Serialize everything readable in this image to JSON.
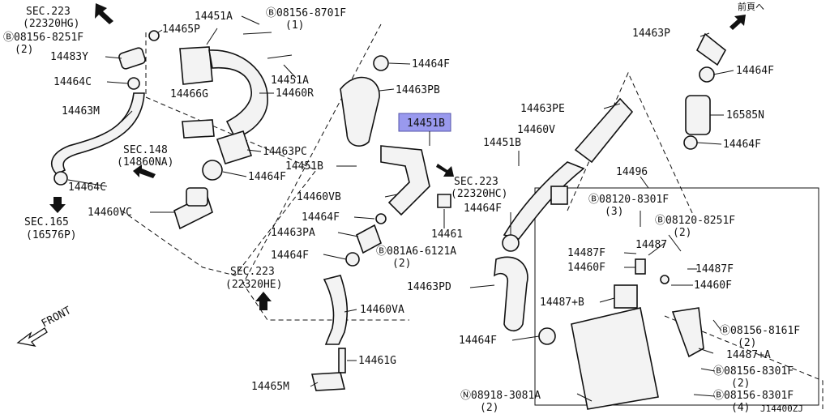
{
  "diagram": {
    "ref_code": "J14400ZJ",
    "direction_label": "FRONT",
    "next_page_label": "前頁へ",
    "highlight_color": "#9999ee",
    "labels": [
      {
        "id": "sec223-hg-a",
        "text": "SEC.223"
      },
      {
        "id": "sec223-hg-b",
        "text": "(22320HG)"
      },
      {
        "id": "b-08156-8251f",
        "text": "Ⓑ08156-8251F"
      },
      {
        "id": "b-08156-8251f-q",
        "text": "(2)"
      },
      {
        "id": "p14483y",
        "text": "14483Y"
      },
      {
        "id": "p14464c-1",
        "text": "14464C"
      },
      {
        "id": "p14463m",
        "text": "14463M"
      },
      {
        "id": "sec148-a",
        "text": "SEC.148"
      },
      {
        "id": "sec148-b",
        "text": "(14860NA)"
      },
      {
        "id": "p14464c-2",
        "text": "14464C"
      },
      {
        "id": "sec165-a",
        "text": "SEC.165"
      },
      {
        "id": "sec165-b",
        "text": "(16576P)"
      },
      {
        "id": "p14460vc",
        "text": "14460VC"
      },
      {
        "id": "p14451a-1",
        "text": "14451A"
      },
      {
        "id": "b-08156-8701f",
        "text": "Ⓑ08156-8701F"
      },
      {
        "id": "b-08156-8701f-q",
        "text": "(1)"
      },
      {
        "id": "p14465p",
        "text": "14465P"
      },
      {
        "id": "p14451a-2",
        "text": "14451A"
      },
      {
        "id": "p14466g",
        "text": "14466G"
      },
      {
        "id": "p14460r",
        "text": "14460R"
      },
      {
        "id": "p14463pc",
        "text": "14463PC"
      },
      {
        "id": "p14464f-a",
        "text": "14464F"
      },
      {
        "id": "p14464f-b",
        "text": "14464F"
      },
      {
        "id": "p14463pb",
        "text": "14463PB"
      },
      {
        "id": "p14451b-hl",
        "text": "14451B"
      },
      {
        "id": "p14451b-1",
        "text": "14451B"
      },
      {
        "id": "sec223-hc-a",
        "text": "SEC.223"
      },
      {
        "id": "sec223-hc-b",
        "text": "(22320HC)"
      },
      {
        "id": "p14460vb",
        "text": "14460VB"
      },
      {
        "id": "p14464f-c",
        "text": "14464F"
      },
      {
        "id": "p14461",
        "text": "14461"
      },
      {
        "id": "p14463pa",
        "text": "14463PA"
      },
      {
        "id": "b-081a6-6121a",
        "text": "Ⓑ081A6-6121A"
      },
      {
        "id": "b-081a6-6121a-q",
        "text": "(2)"
      },
      {
        "id": "p14464f-d",
        "text": "14464F"
      },
      {
        "id": "sec223-he-a",
        "text": "SEC.223"
      },
      {
        "id": "sec223-he-b",
        "text": "(22320HE)"
      },
      {
        "id": "p14460va",
        "text": "14460VA"
      },
      {
        "id": "p14461g",
        "text": "14461G"
      },
      {
        "id": "p14465m",
        "text": "14465M"
      },
      {
        "id": "p14463p",
        "text": "14463P"
      },
      {
        "id": "p14464f-e",
        "text": "14464F"
      },
      {
        "id": "p16585n",
        "text": "16585N"
      },
      {
        "id": "p14464f-f",
        "text": "14464F"
      },
      {
        "id": "p14463pe",
        "text": "14463PE"
      },
      {
        "id": "p14460v",
        "text": "14460V"
      },
      {
        "id": "p14451b-2",
        "text": "14451B"
      },
      {
        "id": "p14496",
        "text": "14496"
      },
      {
        "id": "b-08120-8301f",
        "text": "Ⓑ08120-8301F"
      },
      {
        "id": "b-08120-8301f-q",
        "text": "(3)"
      },
      {
        "id": "b-08120-8251f",
        "text": "Ⓑ08120-8251F"
      },
      {
        "id": "b-08120-8251f-q",
        "text": "(2)"
      },
      {
        "id": "p14464f-g",
        "text": "14464F"
      },
      {
        "id": "p14487f-1",
        "text": "14487F"
      },
      {
        "id": "p14487",
        "text": "14487"
      },
      {
        "id": "p14460f-1",
        "text": "14460F"
      },
      {
        "id": "p14487f-2",
        "text": "14487F"
      },
      {
        "id": "p14460f-2",
        "text": "14460F"
      },
      {
        "id": "p14463pd",
        "text": "14463PD"
      },
      {
        "id": "p14487b",
        "text": "14487+B"
      },
      {
        "id": "p14464f-h",
        "text": "14464F"
      },
      {
        "id": "b-08156-8161f",
        "text": "Ⓑ08156-8161F"
      },
      {
        "id": "b-08156-8161f-q",
        "text": "(2)"
      },
      {
        "id": "p14487a",
        "text": "14487+A"
      },
      {
        "id": "b-08156-8301f-1",
        "text": "Ⓑ08156-8301F"
      },
      {
        "id": "b-08156-8301f-1-q",
        "text": "(2)"
      },
      {
        "id": "b-08156-8301f-2",
        "text": "Ⓑ08156-8301F"
      },
      {
        "id": "b-08156-8301f-2-q",
        "text": "(4)"
      },
      {
        "id": "n-08918-3081a",
        "text": "Ⓝ08918-3081A"
      },
      {
        "id": "n-08918-3081a-q",
        "text": "(2)"
      }
    ]
  }
}
